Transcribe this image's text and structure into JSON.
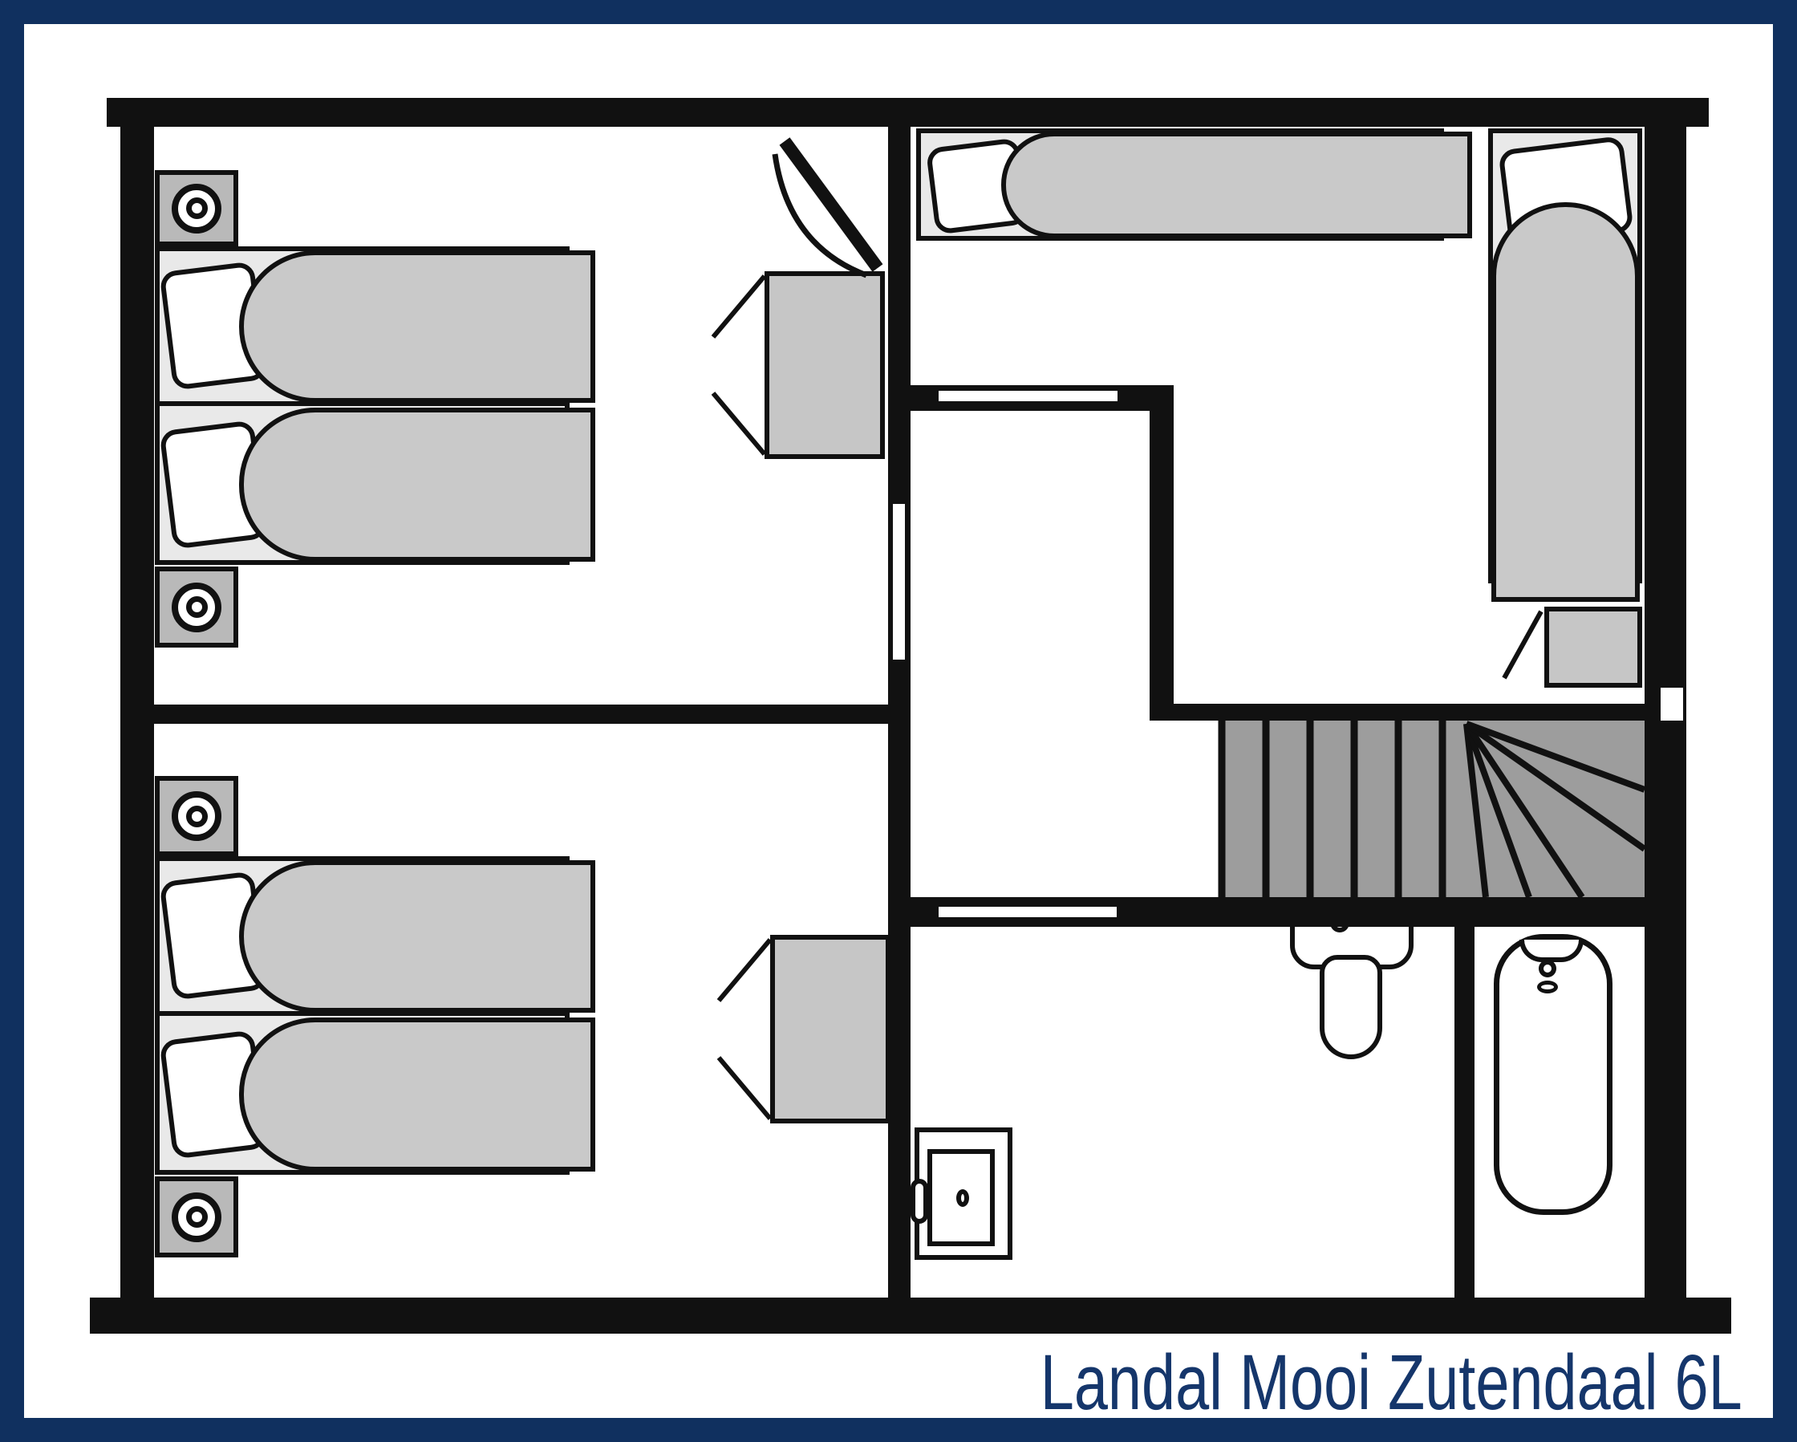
{
  "title": "Landal Mooi Zutendaal 6L",
  "theme": {
    "frame_navy": "#10305f",
    "paper_white": "#ffffff",
    "wall_black": "#111111",
    "text_navy": "#15366b",
    "mattress_gray": "#e9e9e9",
    "duvet_gray": "#c9c9c9",
    "furniture_gray": "#c6c6c6",
    "nightstand_gray": "#b9b9b9",
    "stairs_gray": "#9d9d9d"
  },
  "floorplan": {
    "type": "holiday-home floor plan, upper floor",
    "rooms": [
      {
        "name": "bedroom-top-left",
        "furniture": [
          "bedside-table-with-lamp",
          "single-bed",
          "single-bed",
          "bedside-table-with-lamp",
          "wardrobe-open-doors",
          "door-swing"
        ]
      },
      {
        "name": "bedroom-top-right",
        "furniture": [
          "single-bed-horizontal",
          "single-bed-vertical",
          "bedside-cabinet-open-door"
        ]
      },
      {
        "name": "landing",
        "furniture": [
          "staircase-with-winder-treads",
          "sliding-door-top",
          "sliding-door-bottom",
          "door-opening-left"
        ]
      },
      {
        "name": "bedroom-bottom-left",
        "furniture": [
          "bedside-table-with-lamp",
          "single-bed",
          "single-bed",
          "bedside-table-with-lamp",
          "wardrobe-open-doors"
        ]
      },
      {
        "name": "bathroom",
        "furniture": [
          "wall-hung-toilet",
          "washbasin-unit",
          "bathtub-with-taps"
        ]
      }
    ]
  }
}
